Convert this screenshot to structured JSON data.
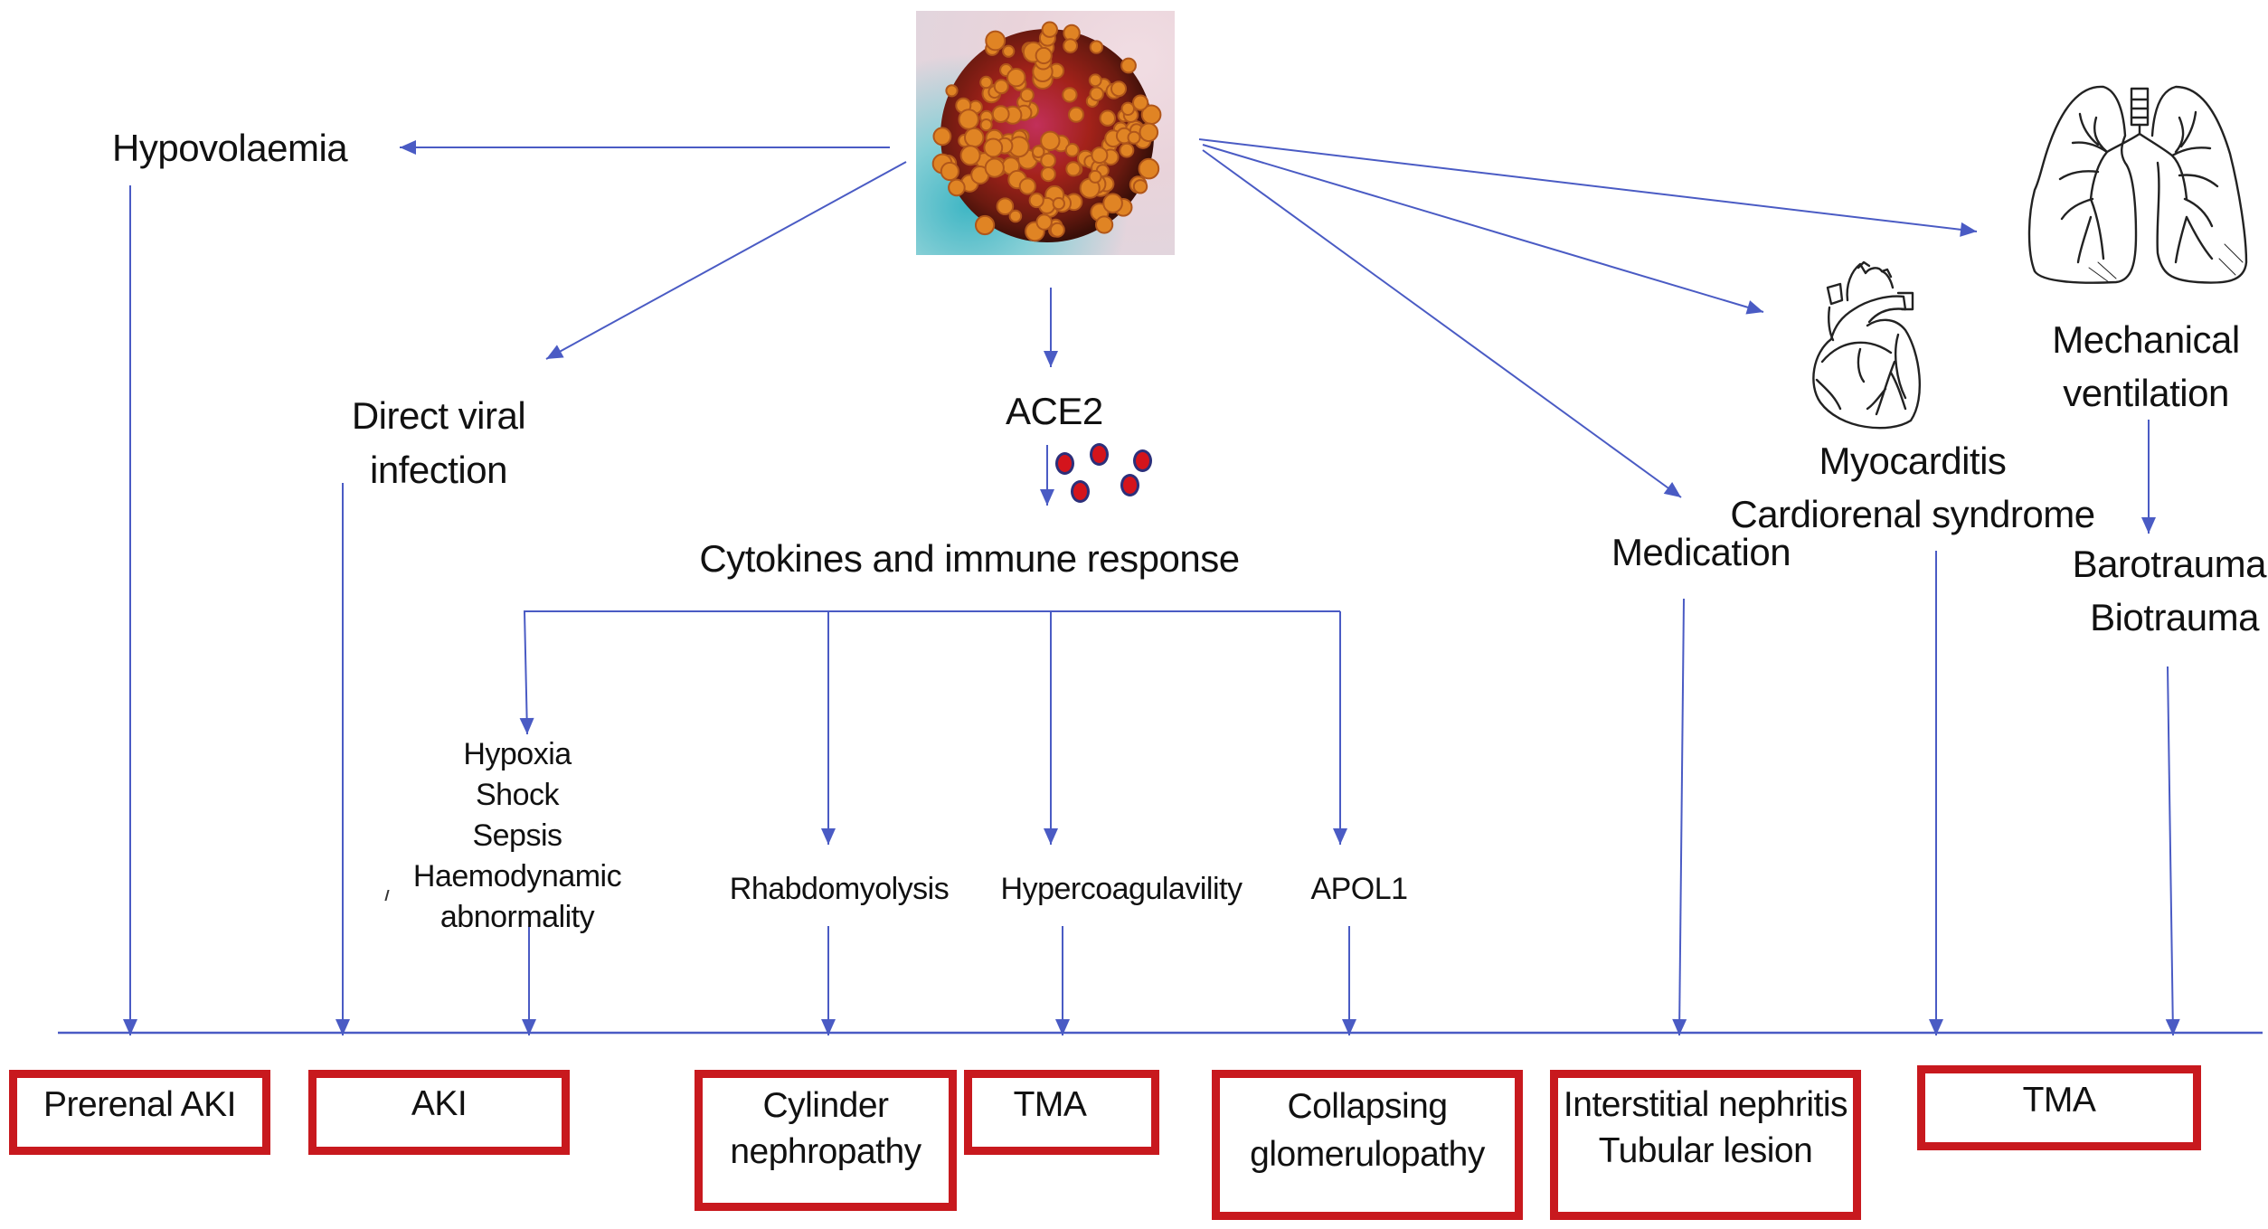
{
  "title": "COVID-19 associated kidney injury mechanisms",
  "colors": {
    "arrow": "#4a5bc4",
    "box_border": "#c8191e",
    "dot_fill": "#d4141c",
    "dot_ring": "#2c2f7a"
  },
  "source": {
    "image": "SARS-CoV-2 virion",
    "icon": "virus-icon"
  },
  "mechanisms": {
    "hypovolaemia": "Hypovolaemia",
    "direct_viral": [
      "Direct viral",
      "infection"
    ],
    "ace2": "ACE2",
    "cytokines": "Cytokines and immune response",
    "haemodynamic": [
      "Hypoxia",
      "Shock",
      "Sepsis",
      "Haemodynamic",
      "abnormality"
    ],
    "rhabdomyolysis": "Rhabdomyolysis",
    "hypercoagulability": "Hypercoagulavility",
    "apol1": "APOL1",
    "medication": "Medication",
    "cardiac": [
      "Myocarditis",
      "Cardiorenal syndrome"
    ],
    "ventilation": [
      "Mechanical",
      "ventilation"
    ],
    "trauma": [
      "Barotrauma",
      "Biotrauma"
    ]
  },
  "icons": {
    "heart": "heart-icon",
    "lungs": "lungs-icon",
    "cytokine_particles": "cytokine-dots-icon"
  },
  "outcomes": [
    {
      "id": "prerenal-aki",
      "lines": [
        "Prerenal AKI"
      ]
    },
    {
      "id": "aki",
      "lines": [
        "AKI"
      ]
    },
    {
      "id": "cylinder-nephropathy",
      "lines": [
        "Cylinder",
        "nephropathy"
      ]
    },
    {
      "id": "tma-1",
      "lines": [
        "TMA"
      ]
    },
    {
      "id": "collapsing-glomerulopathy",
      "lines": [
        "Collapsing",
        "glomerulopathy"
      ]
    },
    {
      "id": "interstitial-nephritis",
      "lines": [
        "Interstitial nephritis",
        "Tubular lesion"
      ]
    },
    {
      "id": "tma-2",
      "lines": [
        "TMA"
      ]
    }
  ]
}
